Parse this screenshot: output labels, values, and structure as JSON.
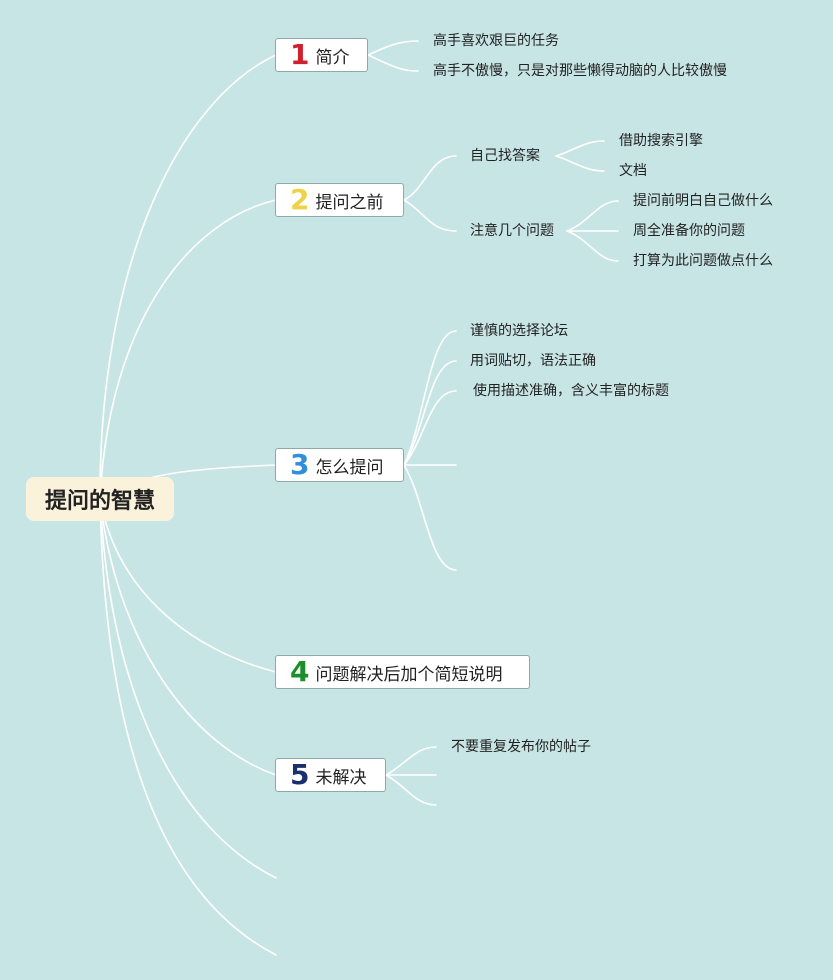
{
  "root": {
    "label": "提问的智慧"
  },
  "colors": {
    "line": "#ffffff",
    "background": "#c8e5e6",
    "root_bg": "#fbf2dc"
  },
  "topics": [
    {
      "number": "1",
      "color": "#d0202e",
      "label": "简介",
      "children": [
        "高手喜欢艰巨的任务",
        "高手不傲慢，只是对那些懒得动脑的人比较傲慢"
      ]
    },
    {
      "number": "2",
      "color": "#f0d24a",
      "label": "提问之前",
      "children": [
        {
          "label": "自己找答案",
          "children": [
            "借助搜索引擎",
            "文档"
          ]
        },
        {
          "label": "注意几个问题",
          "children": [
            "提问前明白自己做什么",
            "周全准备你的问题",
            "打算为此问题做点什么"
          ]
        }
      ]
    },
    {
      "number": "3",
      "color": "#2f8fd8",
      "label": "怎么提问",
      "children": [
        "谨慎的选择论坛",
        "用词贴切，语法正确",
        "使用描述准确，含义丰富的标题"
      ]
    },
    {
      "number": "4",
      "color": "#1c8f2a",
      "label": "问题解决后加个简短说明",
      "children": []
    },
    {
      "number": "5",
      "color": "#1a2f6e",
      "label": "未解决",
      "children": [
        "不要重复发布你的帖子"
      ]
    }
  ]
}
